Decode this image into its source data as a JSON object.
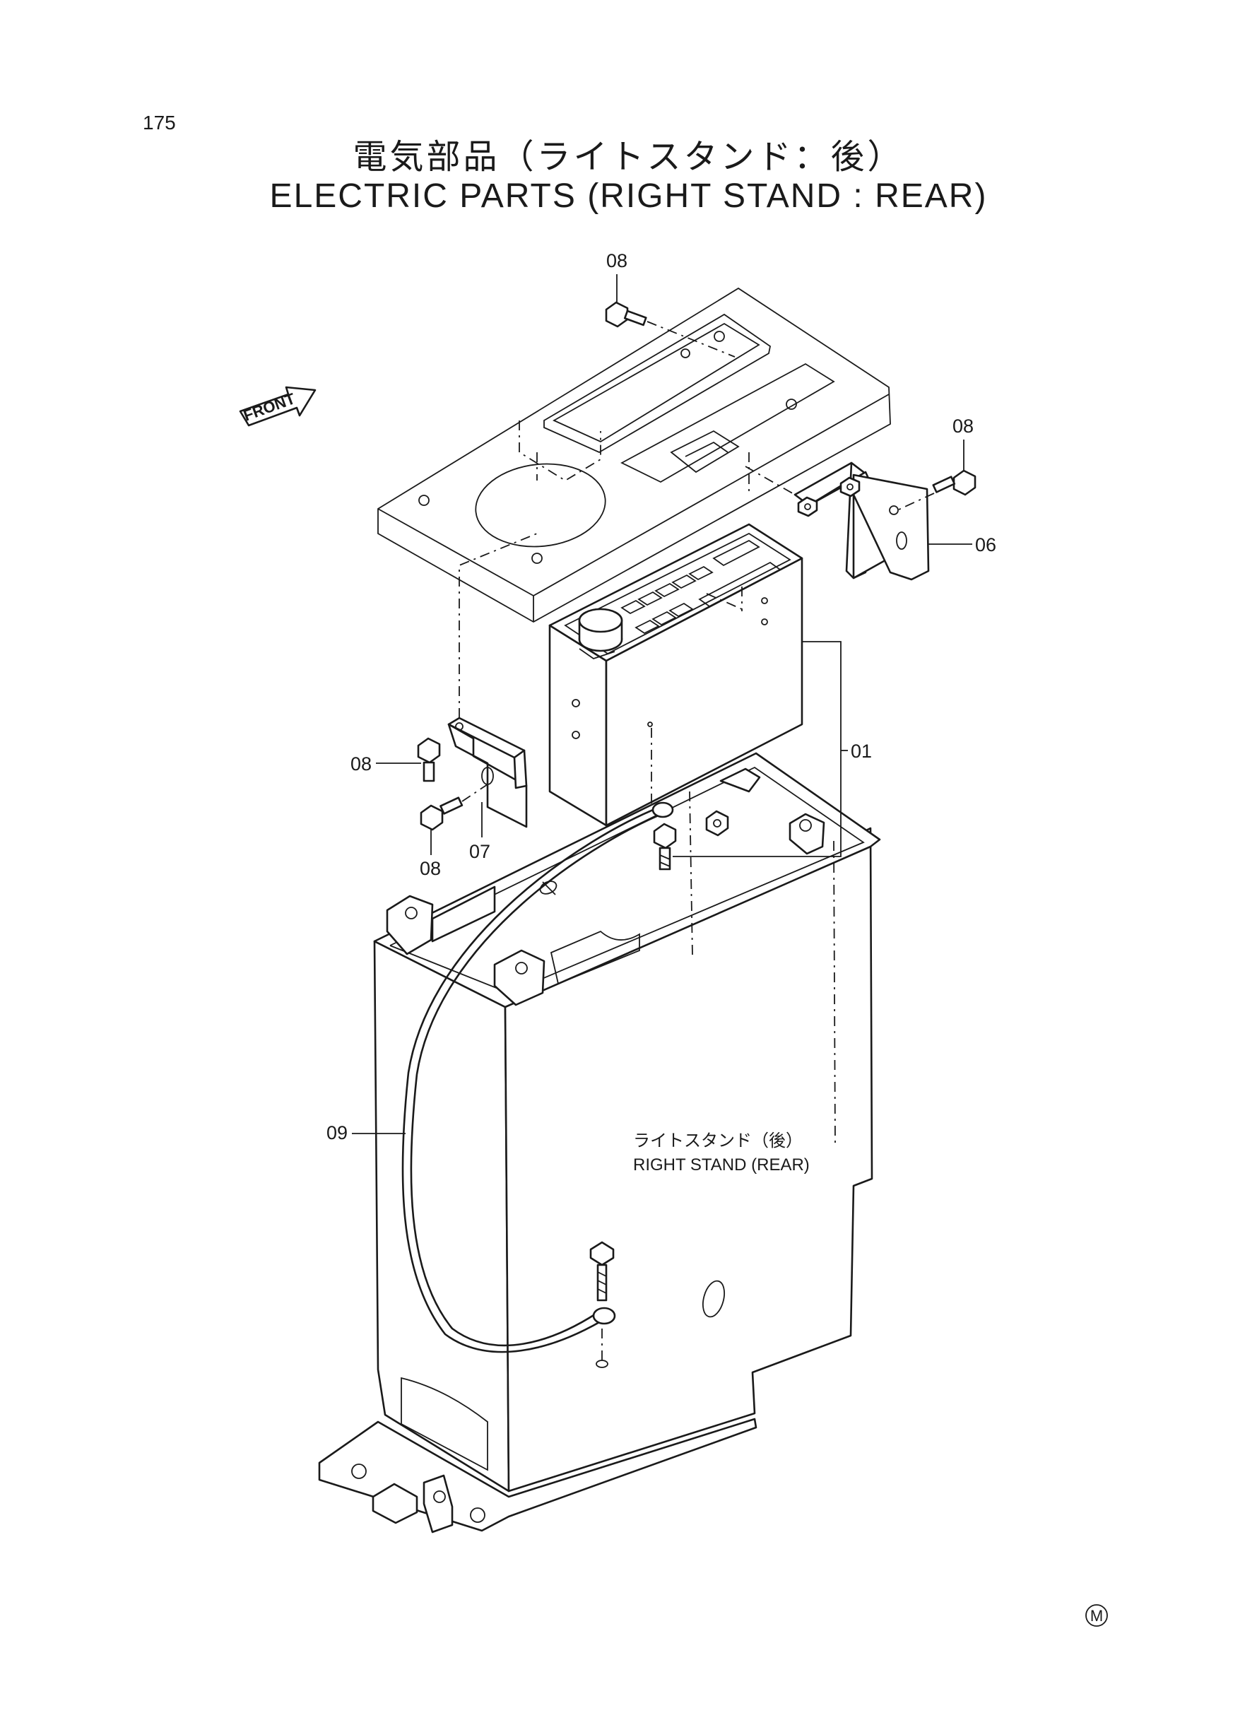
{
  "page": {
    "number": "175"
  },
  "title": {
    "japanese": "電気部品（ライトスタンド：後）",
    "english": "ELECTRIC PARTS (RIGHT STAND : REAR)"
  },
  "front_arrow": {
    "label": "FRONT"
  },
  "callouts": {
    "c01": "01",
    "c06": "06",
    "c07": "07",
    "c08_top": "08",
    "c08_right": "08",
    "c08_left_upper": "08",
    "c08_left_lower": "08",
    "c09": "09"
  },
  "stand_label": {
    "japanese": "ライトスタンド（後）",
    "english": "RIGHT STAND (REAR)"
  },
  "corner_mark": {
    "label": "M"
  }
}
